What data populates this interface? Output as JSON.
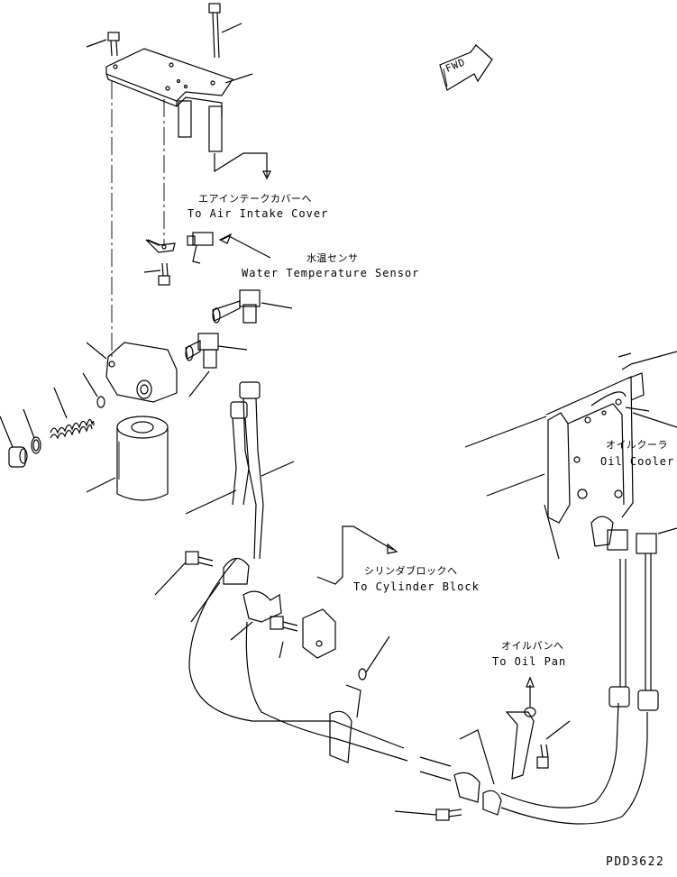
{
  "labels": {
    "fwd": "FWD",
    "air_intake_jp": "エアインテークカバーへ",
    "air_intake_en": "To Air Intake Cover",
    "water_temp_jp": "水温センサ",
    "water_temp_en": "Water Temperature Sensor",
    "oil_cooler_jp": "オイルクーラ",
    "oil_cooler_en": "Oil Cooler",
    "cylinder_block_jp": "シリンダブロックへ",
    "cylinder_block_en": "To Cylinder Block",
    "oil_pan_jp": "オイルパンへ",
    "oil_pan_en": "To Oil Pan",
    "drawing_code": "PDD3622"
  }
}
